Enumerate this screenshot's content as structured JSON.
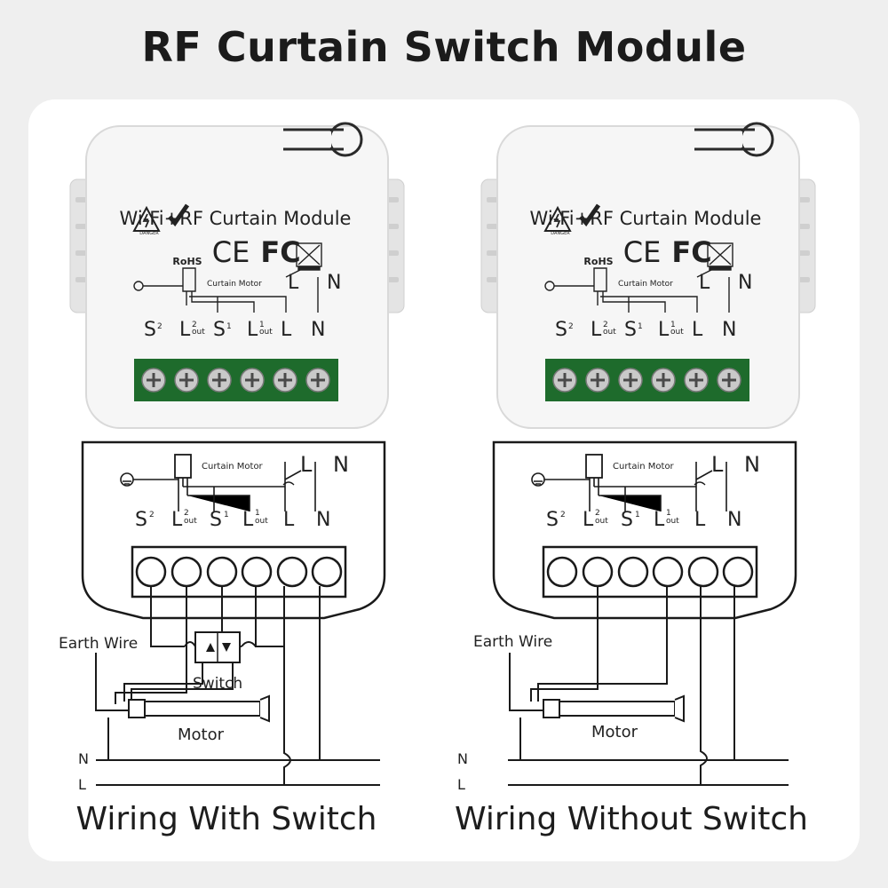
{
  "title": "RF Curtain Switch Module",
  "module": {
    "label": "Wi-Fi+RF Curtain Module",
    "rohs": "RoHS",
    "danger": "DANGER",
    "ce": "CE",
    "fc": "FC",
    "motor_label": "Curtain Motor",
    "l": "L",
    "n": "N",
    "terminals": {
      "s2": "S",
      "s2_sup": "2",
      "l2": "L",
      "l2_sup": "2",
      "l2_sub": "out",
      "s1": "S",
      "s1_sup": "1",
      "l1": "L",
      "l1_sup": "1",
      "l1_sub": "out",
      "l": "L",
      "n": "N"
    }
  },
  "diagram": {
    "earth_wire": "Earth Wire",
    "switch": "Switch",
    "motor": "Motor",
    "line_n": "N",
    "line_l": "L"
  },
  "captions": {
    "left": "Wiring With Switch",
    "right": "Wiring Without Switch"
  },
  "colors": {
    "terminal_green": "#1e6b2c",
    "line": "#1a1a1a"
  }
}
